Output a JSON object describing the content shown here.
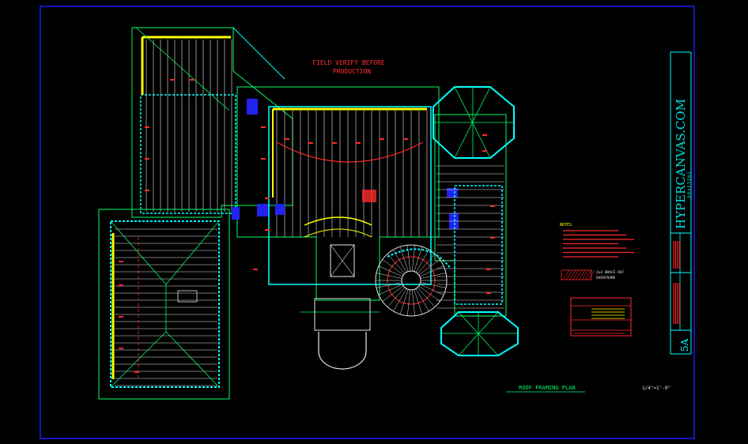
{
  "drawing": {
    "note_top_line1": "FIELD VERIFY BEFORE",
    "note_top_line2": "PRODUCTION",
    "plan_title": "ROOF FRAMING PLAN",
    "plan_scale": "1/4\"=1'-0\"",
    "notes_heading": "NOTES",
    "legend_line1": "2x4 BRACE OUT",
    "legend_line2": "OVERFRAME",
    "brand_name": "HYPERCANVAS.COM",
    "brand_tag": "DRAFTING",
    "sheet_no": "5A"
  },
  "colors": {
    "border": "#1a1aff",
    "cyan": "#00ffff",
    "green": "#00ff66",
    "yellow": "#ffff00",
    "red": "#ff2a2a",
    "white": "#e8e8e8",
    "blue": "#2222ee"
  }
}
